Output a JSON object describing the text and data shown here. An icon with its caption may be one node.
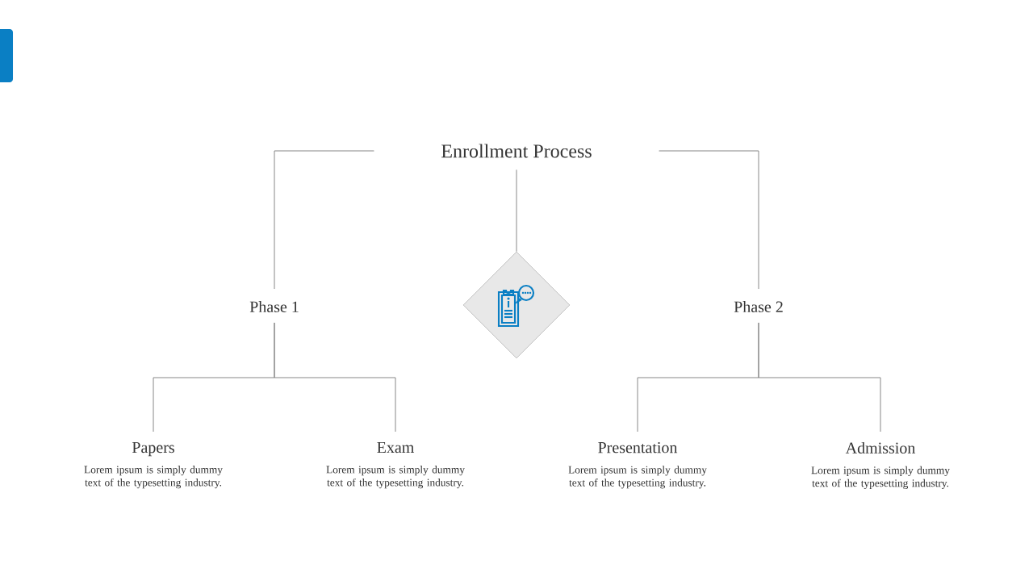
{
  "diagram": {
    "nodes": [
      {
        "text": [
          "Enrollment Process"
        ]
      },
      {
        "text": [],
        "shape": "diamond"
      },
      {
        "text": [
          "Phase 1"
        ]
      },
      {
        "text": [
          "Phase 2"
        ]
      },
      {
        "text": [
          "Papers",
          "Lorem ipsum is simply dummy text of the typesetting industry."
        ]
      },
      {
        "text": [
          "Exam",
          "Lorem ipsum is simply dummy text of the typesetting industry."
        ]
      },
      {
        "text": [
          "Presentation",
          "Lorem ipsum is simply dummy text of the typesetting industry."
        ]
      },
      {
        "text": [
          "Admission",
          "Lorem ipsum is simply dummy text of the typesetting industry."
        ]
      }
    ],
    "edges": [
      {
        "from": 0,
        "to": 1,
        "arrow": "none"
      },
      {
        "from": 0,
        "to": 2,
        "arrow": "none"
      },
      {
        "from": 0,
        "to": 3,
        "arrow": "none"
      },
      {
        "from": 2,
        "to": 4,
        "arrow": "none"
      },
      {
        "from": 2,
        "to": 5,
        "arrow": "none"
      },
      {
        "from": 3,
        "to": 6,
        "arrow": "none"
      },
      {
        "from": 3,
        "to": 7,
        "arrow": "none"
      }
    ]
  }
}
